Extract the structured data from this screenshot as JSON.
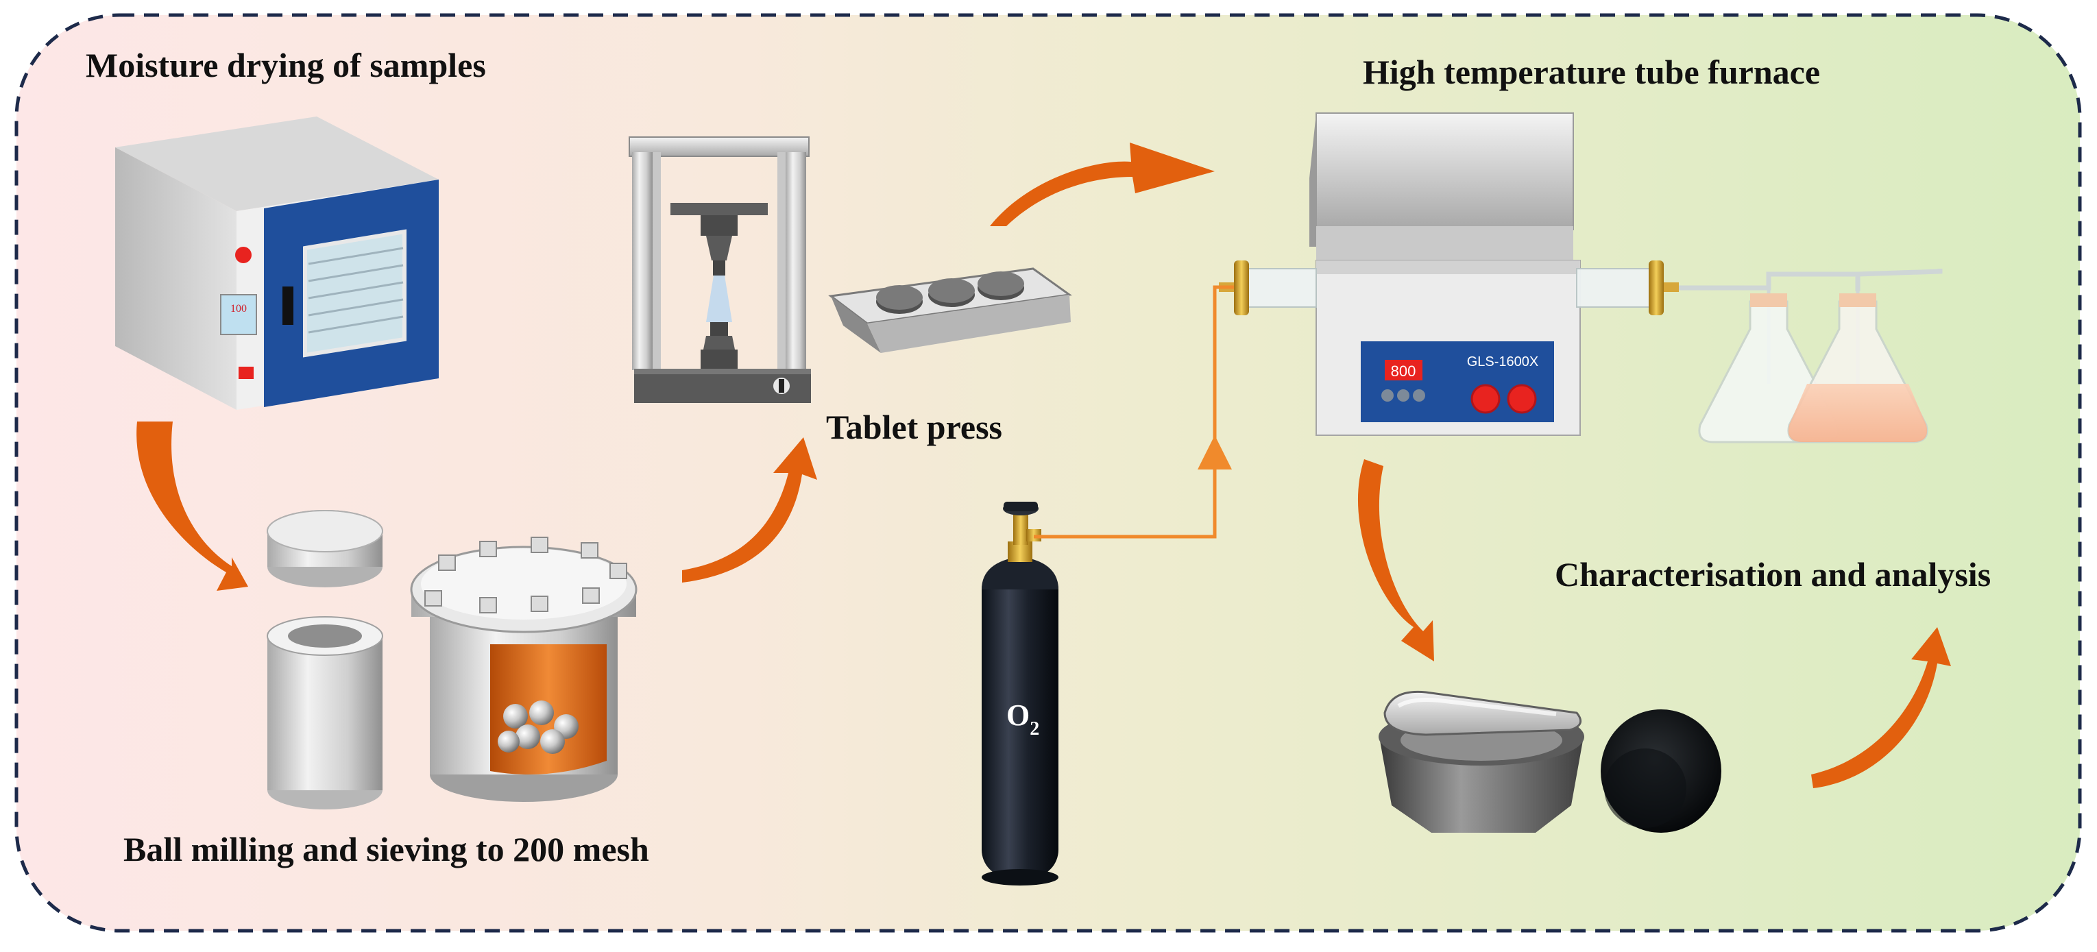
{
  "labels": {
    "moisture_drying": "Moisture drying of samples",
    "ball_milling": "Ball milling and sieving to 200 mesh",
    "tablet_press": "Tablet press",
    "tube_furnace": "High temperature tube furnace",
    "characterisation": "Characterisation and analysis"
  },
  "oven": {
    "display_value": "100"
  },
  "furnace": {
    "display_value": "800",
    "model": "GLS-1600X"
  },
  "cylinder": {
    "gas_main": "O",
    "gas_sub": "2"
  },
  "colors": {
    "arrow": "#e2600e",
    "gas_line": "#f08a2c",
    "border": "#1d2a4a",
    "bg_left": "#fde7e6",
    "bg_mid": "#f3ecd6",
    "bg_right": "#dcedc4",
    "oven_door": "#1f4f9c",
    "display_red": "#e8231f"
  }
}
